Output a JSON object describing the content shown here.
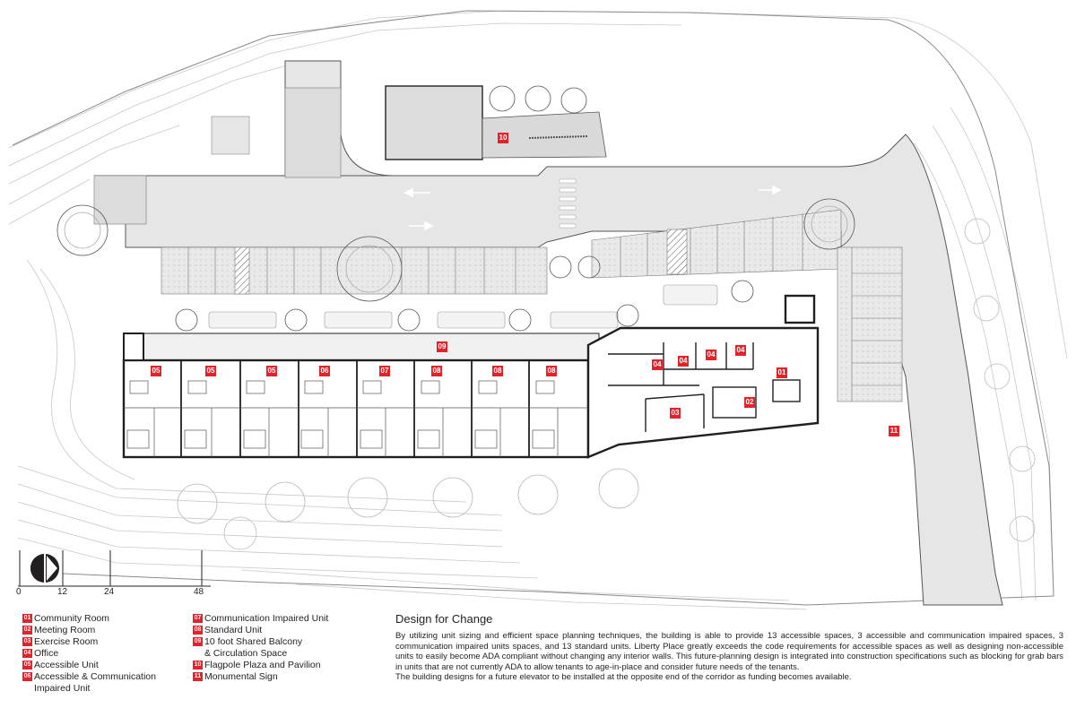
{
  "plan": {
    "tags": {
      "t10a": "10",
      "t09": "09",
      "t11": "11",
      "units": [
        "05",
        "05",
        "05",
        "06",
        "07",
        "08",
        "08",
        "08"
      ],
      "office": [
        "04",
        "04",
        "04",
        "04"
      ],
      "t01": "01",
      "t02": "02",
      "t03": "03"
    },
    "colors": {
      "accent": "#e2232a",
      "paving": "#e6e6e6",
      "wall": "#231f20"
    }
  },
  "scale": {
    "labels": [
      "0",
      "12",
      "24",
      "48"
    ]
  },
  "legend": {
    "col1": [
      {
        "num": "01",
        "label": "Community Room"
      },
      {
        "num": "02",
        "label": "Meeting Room"
      },
      {
        "num": "03",
        "label": "Exercise Room"
      },
      {
        "num": "04",
        "label": "Office"
      },
      {
        "num": "05",
        "label": "Accessible Unit"
      },
      {
        "num": "06",
        "label": "Accessible & Communication\nImpaired Unit"
      }
    ],
    "col2": [
      {
        "num": "07",
        "label": "Communication Impaired Unit"
      },
      {
        "num": "08",
        "label": "Standard Unit"
      },
      {
        "num": "09",
        "label": "10 foot Shared Balcony\n& Circulation Space"
      },
      {
        "num": "10",
        "label": "Flagpole Plaza and Pavilion"
      },
      {
        "num": "11",
        "label": "Monumental Sign"
      }
    ]
  },
  "description": {
    "title": "Design for Change",
    "paragraph1": "By utilizing unit sizing and efficient space planning techniques, the building is able to provide 13 accessible spaces, 3 accessible and communication impaired spaces, 3 communication impaired units spaces, and 13 standard units. Liberty Place greatly exceeds the code requirements for accessible spaces as well as designing non-accessible units to easily become ADA compliant without changing any interior walls. This future-planning design is integrated into construction specifications such as blocking for grab bars in units that are not currently ADA to allow tenants to age-in-place and consider future needs of the tenants.",
    "paragraph2": "The building designs for a future elevator to be installed at the opposite end of the corridor as funding becomes available."
  }
}
